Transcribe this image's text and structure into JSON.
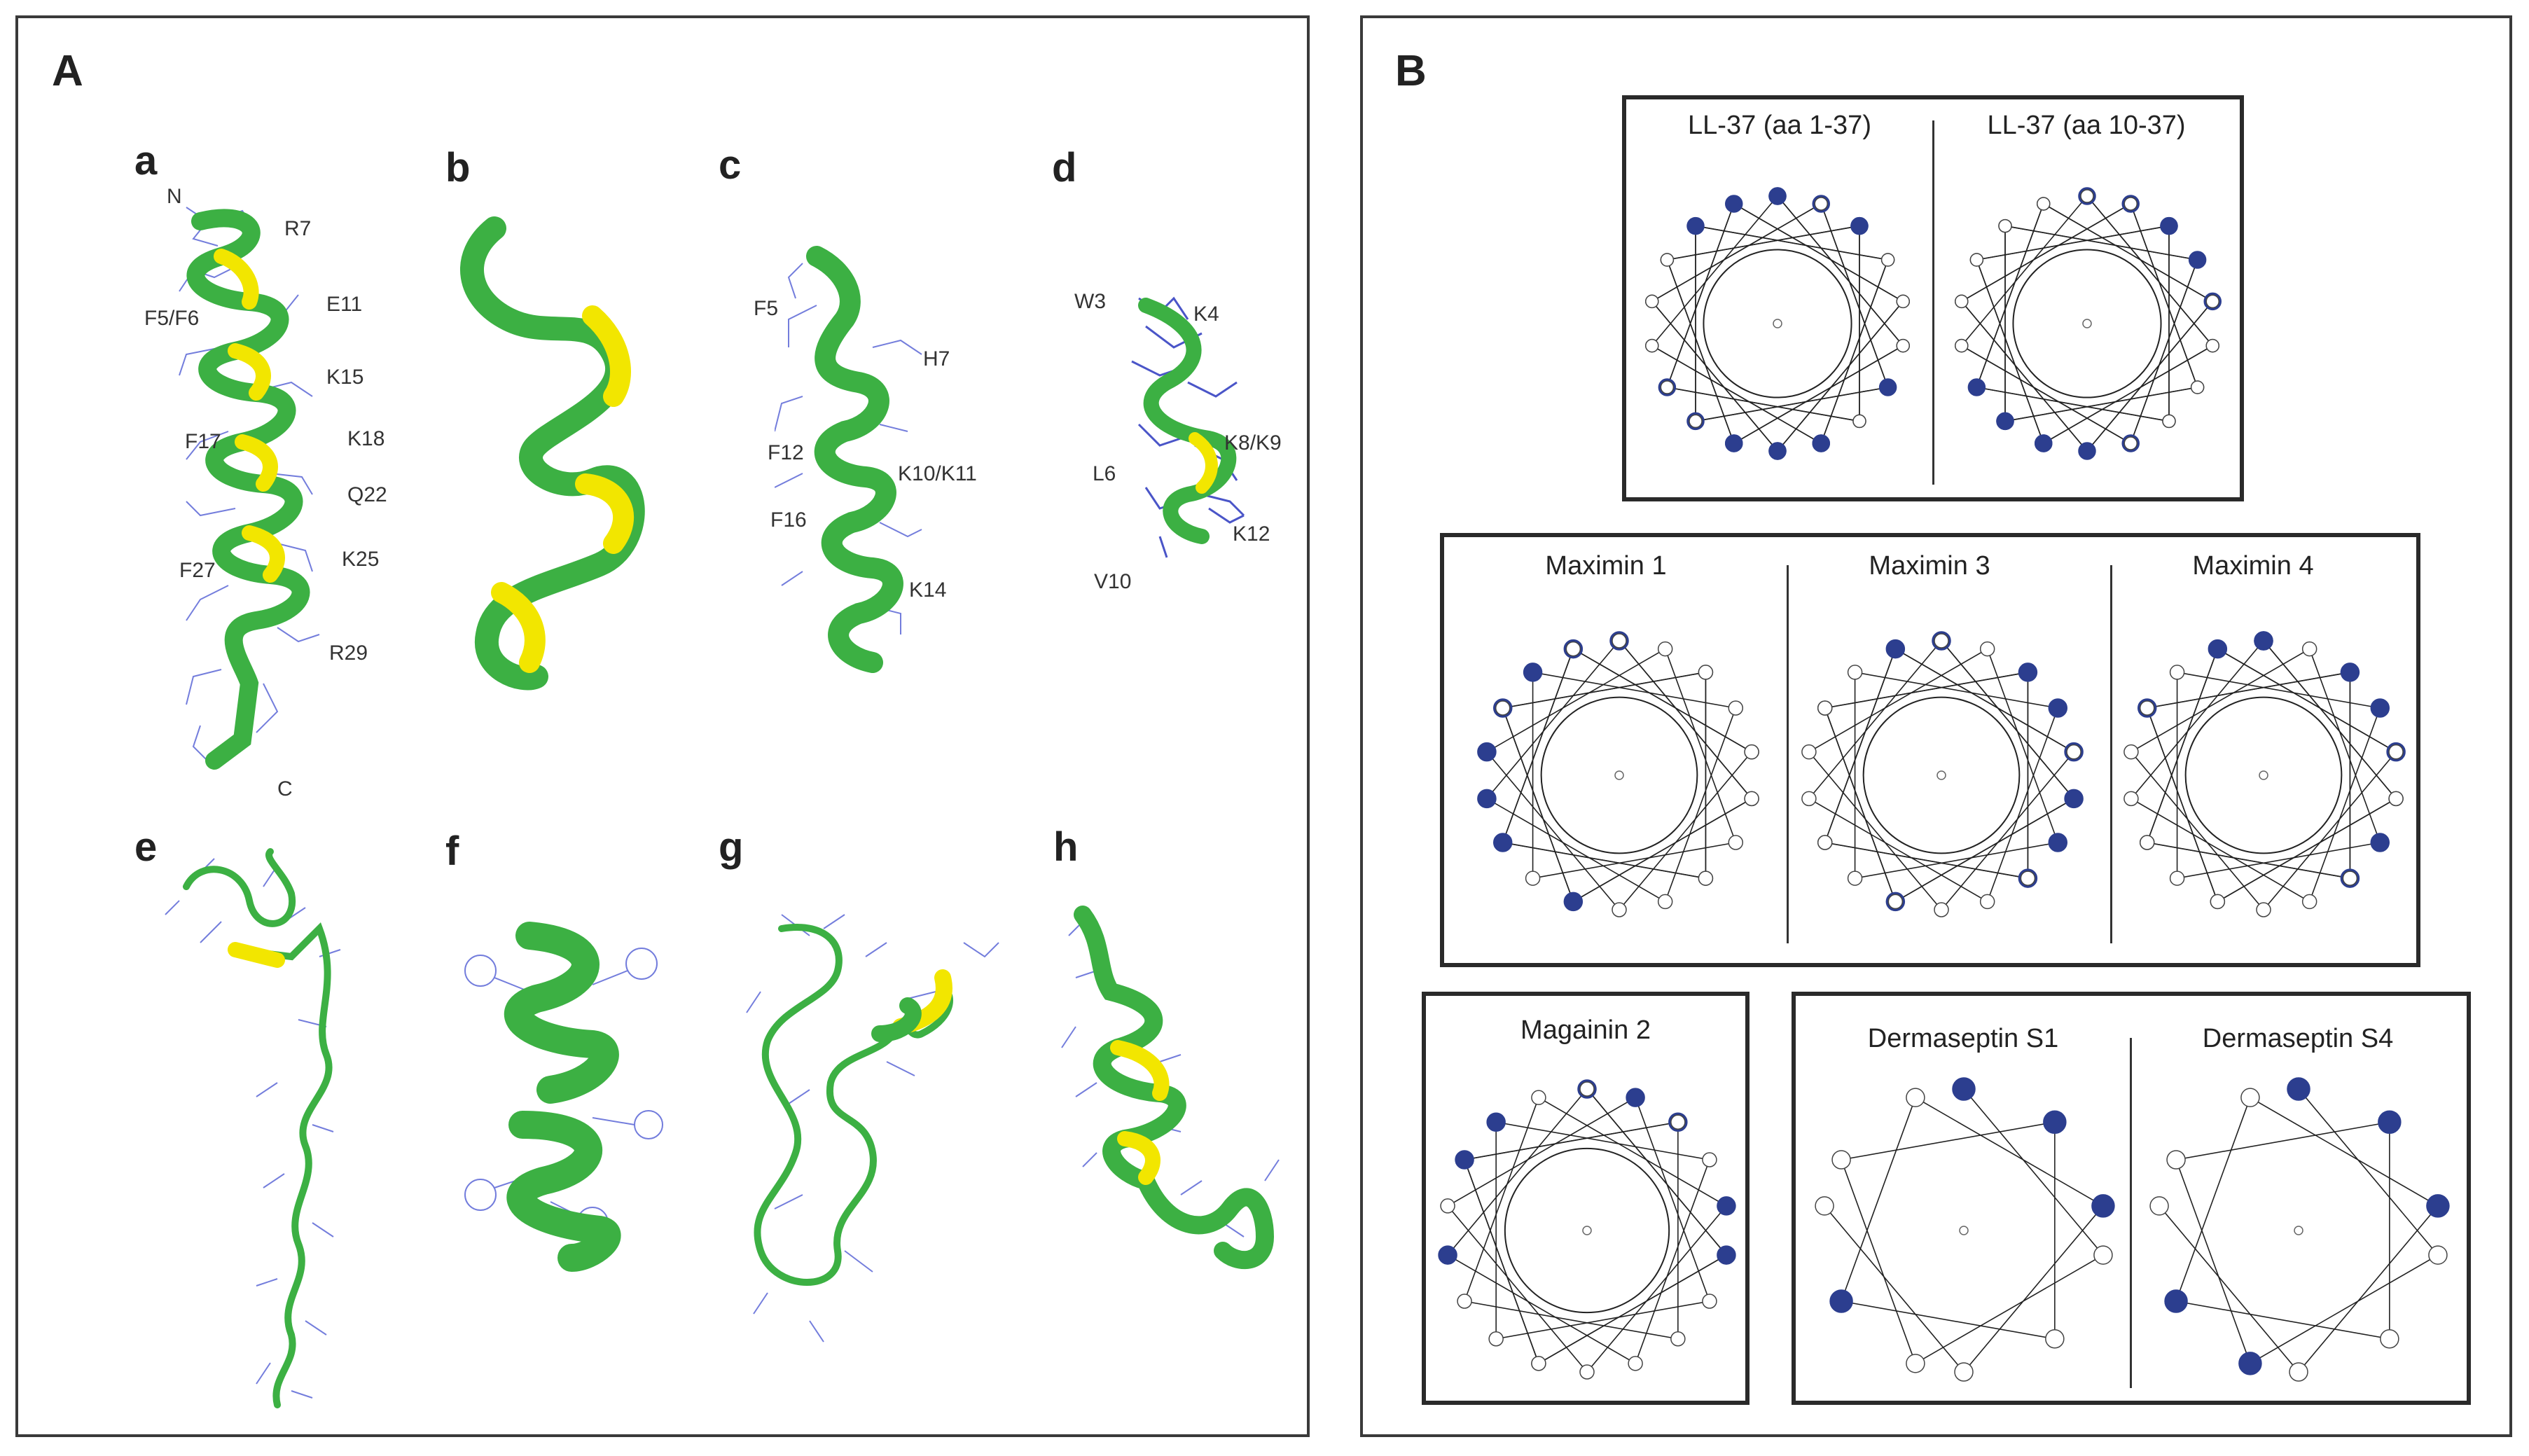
{
  "panelA": {
    "label": "A",
    "structures": [
      {
        "letter": "a",
        "labels": [
          "N",
          "R7",
          "F5/F6",
          "E11",
          "K15",
          "F17",
          "K18",
          "Q22",
          "K25",
          "F27",
          "R29",
          "C"
        ]
      },
      {
        "letter": "b",
        "labels": []
      },
      {
        "letter": "c",
        "labels": [
          "F5",
          "H7",
          "F12",
          "K10/K11",
          "F16",
          "K14"
        ]
      },
      {
        "letter": "d",
        "labels": [
          "W3",
          "K4",
          "K8/K9",
          "L6",
          "K12",
          "V10"
        ]
      },
      {
        "letter": "e",
        "labels": []
      },
      {
        "letter": "f",
        "labels": []
      },
      {
        "letter": "g",
        "labels": []
      },
      {
        "letter": "h",
        "labels": []
      }
    ]
  },
  "panelB": {
    "label": "B",
    "wheels": [
      {
        "title": "LL-37 (aa 1-37)",
        "n": 36,
        "blue": [
          0,
          2,
          4,
          6,
          9,
          11,
          13,
          16,
          18,
          20,
          22,
          25,
          27,
          30,
          32,
          34
        ]
      },
      {
        "title": "LL-37 (aa 10-37)",
        "n": 36,
        "blue": [
          0,
          2,
          4,
          8,
          11,
          13,
          16,
          20,
          22,
          24,
          27,
          31,
          33
        ]
      },
      {
        "title": "Maximin 1",
        "n": 27,
        "blue": [
          0,
          3,
          7,
          10,
          14,
          17,
          20,
          24
        ]
      },
      {
        "title": "Maximin 3",
        "n": 27,
        "blue": [
          0,
          2,
          5,
          8,
          12,
          15,
          19,
          22,
          25
        ]
      },
      {
        "title": "Maximin 4",
        "n": 27,
        "blue": [
          0,
          3,
          5,
          8,
          12,
          15,
          18,
          22,
          25
        ]
      },
      {
        "title": "Magainin 2",
        "n": 23,
        "blue": [
          0,
          4,
          8,
          11,
          14,
          17,
          19,
          21
        ]
      },
      {
        "title": "Dermaseptin S1",
        "n": 11,
        "blue": [
          0,
          4,
          6,
          8
        ]
      },
      {
        "title": "Dermaseptin S4",
        "n": 11,
        "blue": [
          0,
          2,
          4,
          6,
          8
        ]
      }
    ]
  },
  "colors": {
    "helix_green": "#3cb043",
    "helix_yellow": "#f2e600",
    "sidechain_blue": "#4a55c8",
    "wheel_blue": "#2c3e8f",
    "line": "#222222"
  }
}
